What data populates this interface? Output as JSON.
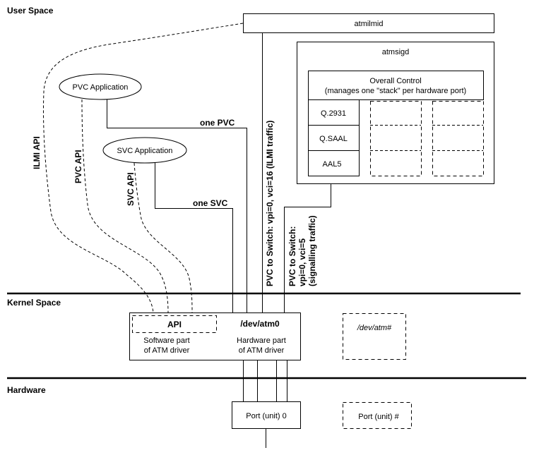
{
  "sections": {
    "user_space": "User Space",
    "kernel_space": "Kernel Space",
    "hardware": "Hardware"
  },
  "daemons": {
    "atmilmid": "atmilmid",
    "atmsigd": "atmsigd",
    "overall_control_line1": "Overall Control",
    "overall_control_line2": "(manages one \"stack\" per hardware port)",
    "stack_layers": [
      "Q.2931",
      "Q.SAAL",
      "AAL5"
    ]
  },
  "applications": {
    "pvc": "PVC Application",
    "svc": "SVC Application"
  },
  "api_labels": {
    "ilmi": "ILMI  API",
    "pvc": "PVC API",
    "svc": "SVC API"
  },
  "connections": {
    "one_pvc": "one  PVC",
    "one_svc": "one SVC",
    "ilmi_traffic": "PVC to Switch:  vpi=0, vci=16 (ILMI  traffic)",
    "signalling_line1": "PVC to Switch:",
    "signalling_line2": "vpi=0, vci=5",
    "signalling_line3": "(signalling traffic)"
  },
  "driver": {
    "api": "API",
    "device": "/dev/atm0",
    "software_line1": "Software part",
    "software_line2": "of ATM driver",
    "hardware_line1": "Hardware part",
    "hardware_line2": "of ATM driver",
    "other_device": "/dev/atm#"
  },
  "ports": {
    "port0": "Port (unit) 0",
    "port_n": "Port (unit) #"
  }
}
